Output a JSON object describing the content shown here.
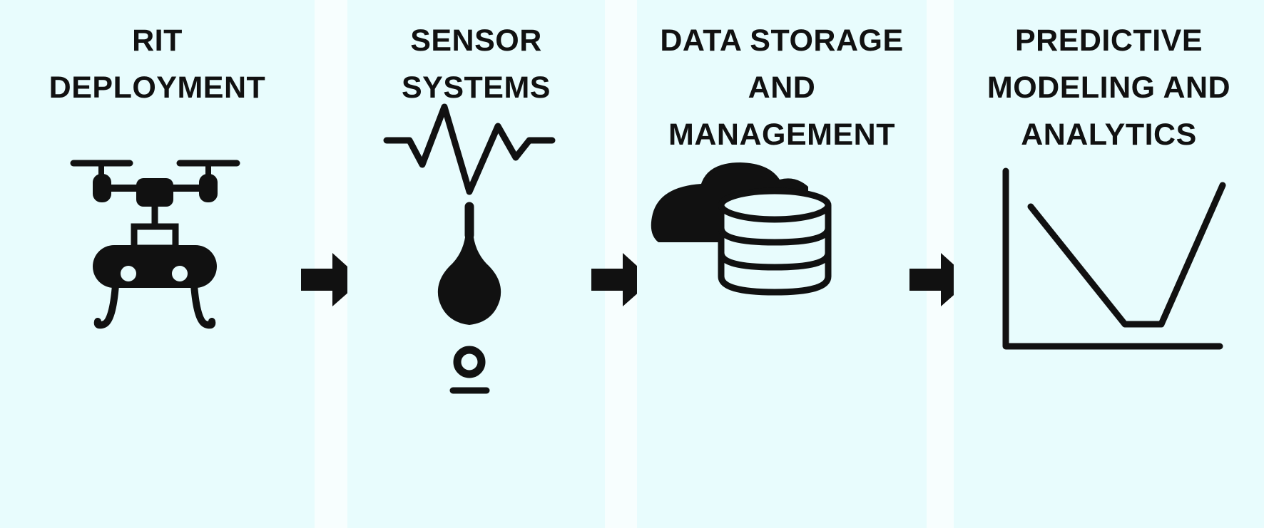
{
  "diagram": {
    "type": "pipeline-flow",
    "accent_color": "#111111",
    "panel_color": "#e8fcfd",
    "stages": [
      {
        "id": "rit-deployment",
        "title_lines": [
          "RIT",
          "DEPLOYMENT"
        ],
        "icon": "drone-icon"
      },
      {
        "id": "sensor-systems",
        "title_lines": [
          "SENSOR",
          "SYSTEMS"
        ],
        "icon": "sensor-signal-icon"
      },
      {
        "id": "data-storage",
        "title_lines": [
          "DATA STORAGE",
          "AND",
          "MANAGEMENT"
        ],
        "icon": "cloud-database-icon"
      },
      {
        "id": "predictive-modeling",
        "title_lines": [
          "PREDICTIVE",
          "MODELING AND",
          "ANALYTICS"
        ],
        "icon": "line-chart-icon"
      }
    ],
    "connectors": [
      {
        "from": "rit-deployment",
        "to": "sensor-systems",
        "icon": "arrow-right-icon"
      },
      {
        "from": "sensor-systems",
        "to": "data-storage",
        "icon": "arrow-right-icon"
      },
      {
        "from": "data-storage",
        "to": "predictive-modeling",
        "icon": "arrow-right-icon"
      }
    ]
  }
}
